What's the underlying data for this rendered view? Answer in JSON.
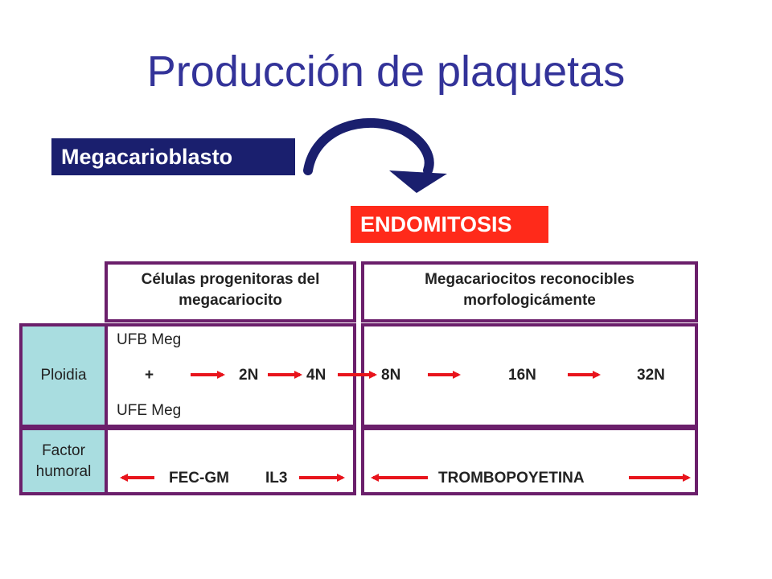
{
  "title": "Producción de plaquetas",
  "megacarioblasto": "Megacarioblasto",
  "endomitosis": "ENDOMITOSIS",
  "columns": {
    "left_header": [
      "Células progenitoras del",
      "megacariocito"
    ],
    "right_header": [
      "Megacariocitos reconocibles",
      "morfologicámente"
    ]
  },
  "rows": {
    "ploidia_label": "Ploidia",
    "factor_label": [
      "Factor",
      "humoral"
    ]
  },
  "ploidia": {
    "ufb": "UFB Meg",
    "ufe": "UFE Meg",
    "plus": "+",
    "values": [
      "2N",
      "4N",
      "8N",
      "16N",
      "32N"
    ]
  },
  "factor": {
    "left": "FEC-GM",
    "il3": "IL3",
    "right": "TROMBOPOYETINA"
  },
  "colors": {
    "title": "#333399",
    "megacarioblasto_bg": "#1a1f6e",
    "endomitosis_bg": "#ff2a1a",
    "border": "#6b1f6b",
    "side_bg": "#a9dde0",
    "arrow_red": "#e8141c",
    "curved_arrow": "#1a1f6e"
  }
}
